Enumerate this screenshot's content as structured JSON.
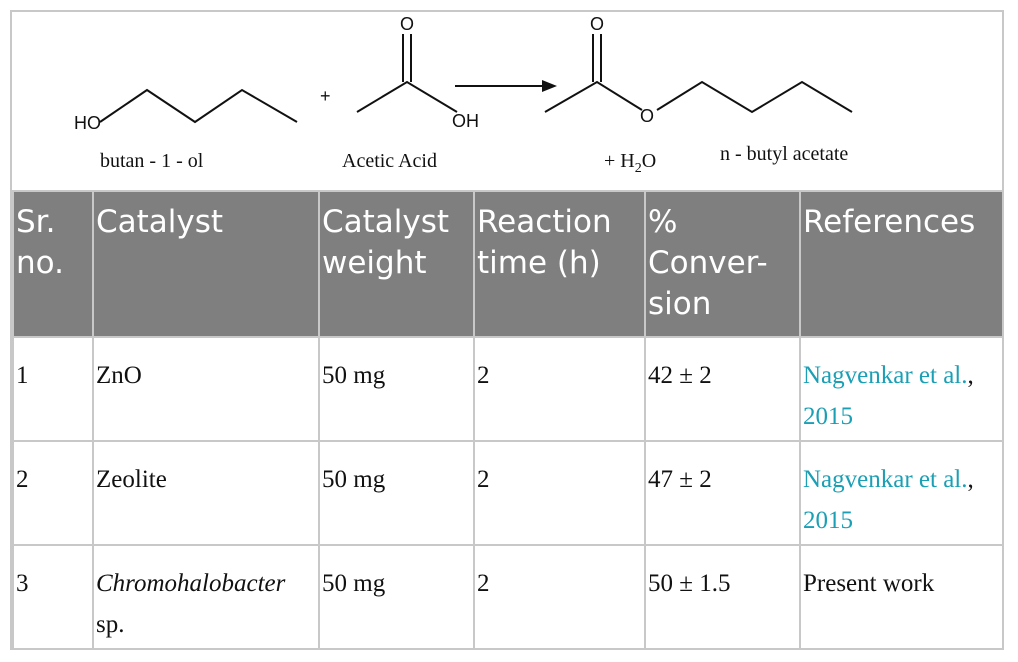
{
  "scheme": {
    "reactant1_name": "butan - 1 - ol",
    "reactant1_atom": "HO",
    "plus": "+",
    "reactant2_name": "Acetic Acid",
    "reactant2_atom_o": "O",
    "reactant2_atom_oh": "OH",
    "product_atom_o_top": "O",
    "product_atom_o_chain": "O",
    "water_prefix": "+ H",
    "water_sub": "2",
    "water_suffix": "O",
    "product_name": "n - butyl acetate"
  },
  "table": {
    "headers": [
      {
        "line1": "Sr.",
        "line2": "no.",
        "line3": ""
      },
      {
        "line1": "Catalyst",
        "line2": "",
        "line3": ""
      },
      {
        "line1": "Catalyst",
        "line2": "weight",
        "line3": ""
      },
      {
        "line1": "Reaction",
        "line2": "time (h)",
        "line3": ""
      },
      {
        "line1": "%",
        "line2": "Conver-",
        "line3": "sion"
      },
      {
        "line1": "References",
        "line2": "",
        "line3": ""
      }
    ],
    "rows": [
      {
        "sr": "1",
        "catalyst": "ZnO",
        "catalyst_extra": "",
        "weight": "50 mg",
        "time": "2",
        "conversion": "42 ± 2",
        "ref_text": "Nagvenkar et al.",
        "ref_after": ",",
        "ref_year": "2015"
      },
      {
        "sr": "2",
        "catalyst": "Zeolite",
        "catalyst_extra": "",
        "weight": "50 mg",
        "time": "2",
        "conversion": "47 ± 2",
        "ref_text": "Nagvenkar et al.",
        "ref_after": ",",
        "ref_year": "2015"
      },
      {
        "sr": "3",
        "catalyst": "Chromohalobacter",
        "catalyst_extra": "sp.",
        "weight": "50 mg",
        "time": "2",
        "conversion": "50 ± 1.5",
        "ref_text": "Present work",
        "ref_after": "",
        "ref_year": ""
      }
    ]
  }
}
